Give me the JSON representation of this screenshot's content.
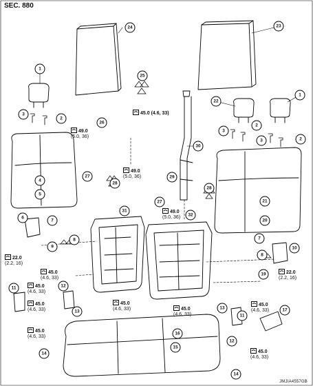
{
  "header": {
    "section": "SEC. 880"
  },
  "footer": {
    "code": "JMJIA4557GB"
  },
  "callouts": [
    {
      "id": "c24",
      "label": "24"
    },
    {
      "id": "c23",
      "label": "23"
    },
    {
      "id": "c1a",
      "label": "1"
    },
    {
      "id": "c1b",
      "label": "1"
    },
    {
      "id": "c3a",
      "label": "3"
    },
    {
      "id": "c2a",
      "label": "2"
    },
    {
      "id": "c25a",
      "label": "25"
    },
    {
      "id": "c26",
      "label": "26"
    },
    {
      "id": "c22",
      "label": "22"
    },
    {
      "id": "c3b",
      "label": "3"
    },
    {
      "id": "c2b",
      "label": "2"
    },
    {
      "id": "c3c",
      "label": "3"
    },
    {
      "id": "c2c",
      "label": "2"
    },
    {
      "id": "c30",
      "label": "30"
    },
    {
      "id": "c4",
      "label": "4"
    },
    {
      "id": "c5",
      "label": "5"
    },
    {
      "id": "c27a",
      "label": "27"
    },
    {
      "id": "c28a",
      "label": "28"
    },
    {
      "id": "c29",
      "label": "29"
    },
    {
      "id": "c27b",
      "label": "27"
    },
    {
      "id": "c28b",
      "label": "28"
    },
    {
      "id": "c21",
      "label": "21"
    },
    {
      "id": "c20",
      "label": "20"
    },
    {
      "id": "c31",
      "label": "31"
    },
    {
      "id": "c32",
      "label": "32"
    },
    {
      "id": "c6",
      "label": "6"
    },
    {
      "id": "c7a",
      "label": "7"
    },
    {
      "id": "c7b",
      "label": "7"
    },
    {
      "id": "c9",
      "label": "9"
    },
    {
      "id": "c8a",
      "label": "8"
    },
    {
      "id": "c8b",
      "label": "8"
    },
    {
      "id": "c10",
      "label": "10"
    },
    {
      "id": "c19",
      "label": "19"
    },
    {
      "id": "c11a",
      "label": "11"
    },
    {
      "id": "c12a",
      "label": "12"
    },
    {
      "id": "c13a",
      "label": "13"
    },
    {
      "id": "c11b",
      "label": "11"
    },
    {
      "id": "c12b",
      "label": "12"
    },
    {
      "id": "c13b",
      "label": "13"
    },
    {
      "id": "c17",
      "label": "17"
    },
    {
      "id": "c14a",
      "label": "14"
    },
    {
      "id": "c14b",
      "label": "14"
    },
    {
      "id": "c16",
      "label": "16"
    },
    {
      "id": "c15",
      "label": "15"
    }
  ],
  "torques": [
    {
      "id": "t1",
      "value": "45.0 (4.6, 33)",
      "sub": ""
    },
    {
      "id": "t2",
      "value": "49.0",
      "sub": "(5.0, 36)"
    },
    {
      "id": "t3",
      "value": "49.0",
      "sub": "(5.0, 36)"
    },
    {
      "id": "t4",
      "value": "49.0",
      "sub": "(5.0, 36)"
    },
    {
      "id": "t5",
      "value": "22.0",
      "sub": "(2.2, 16)"
    },
    {
      "id": "t6",
      "value": "22.0",
      "sub": "(2.2, 16)"
    },
    {
      "id": "t7",
      "value": "45.0",
      "sub": "(4.6, 33)"
    },
    {
      "id": "t8",
      "value": "45.0",
      "sub": "(4.6, 33)"
    },
    {
      "id": "t9",
      "value": "45.0",
      "sub": "(4.6, 33)"
    },
    {
      "id": "t10",
      "value": "45.0",
      "sub": "(4.6, 33)"
    },
    {
      "id": "t11",
      "value": "45.0",
      "sub": "(4.6, 33)"
    },
    {
      "id": "t12",
      "value": "45.0",
      "sub": "(4.6, 33)"
    },
    {
      "id": "t13",
      "value": "45.0",
      "sub": "(4.6, 33)"
    },
    {
      "id": "t14",
      "value": "45.0",
      "sub": "(4.6, 33)"
    }
  ]
}
